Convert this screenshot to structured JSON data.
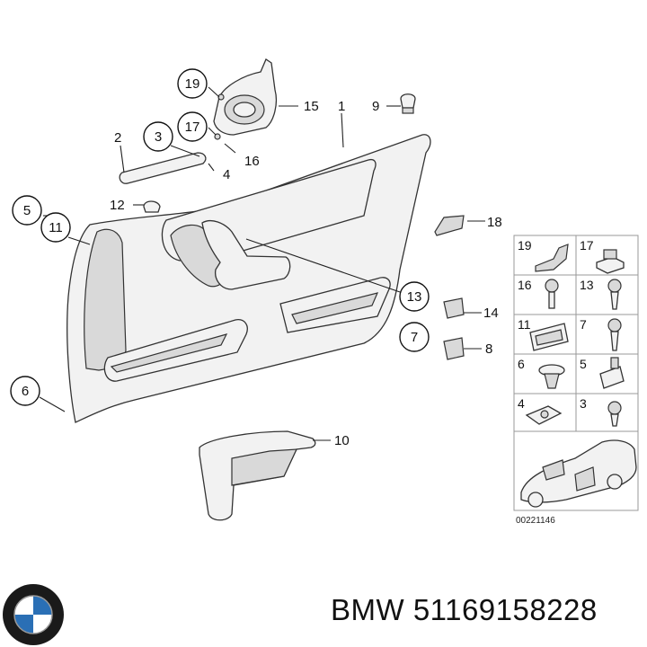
{
  "diagram": {
    "brand": "BMW",
    "part_number": "51169158228",
    "drawing_code": "00221146",
    "callouts_circled": [
      "19",
      "17",
      "3",
      "5",
      "11",
      "6",
      "13",
      "7"
    ],
    "callouts_plain": [
      "15",
      "1",
      "9",
      "2",
      "16",
      "4",
      "12",
      "18",
      "14",
      "8",
      "10"
    ],
    "legend": [
      "19",
      "17",
      "16",
      "13",
      "11",
      "7",
      "6",
      "5",
      "4",
      "3"
    ]
  },
  "colors": {
    "line": "#222222",
    "part_fill": "#f2f2f2",
    "shade": "#d9d9d9",
    "logo_blue": "#2a6fb5",
    "logo_ring": "#1a1a1a"
  }
}
